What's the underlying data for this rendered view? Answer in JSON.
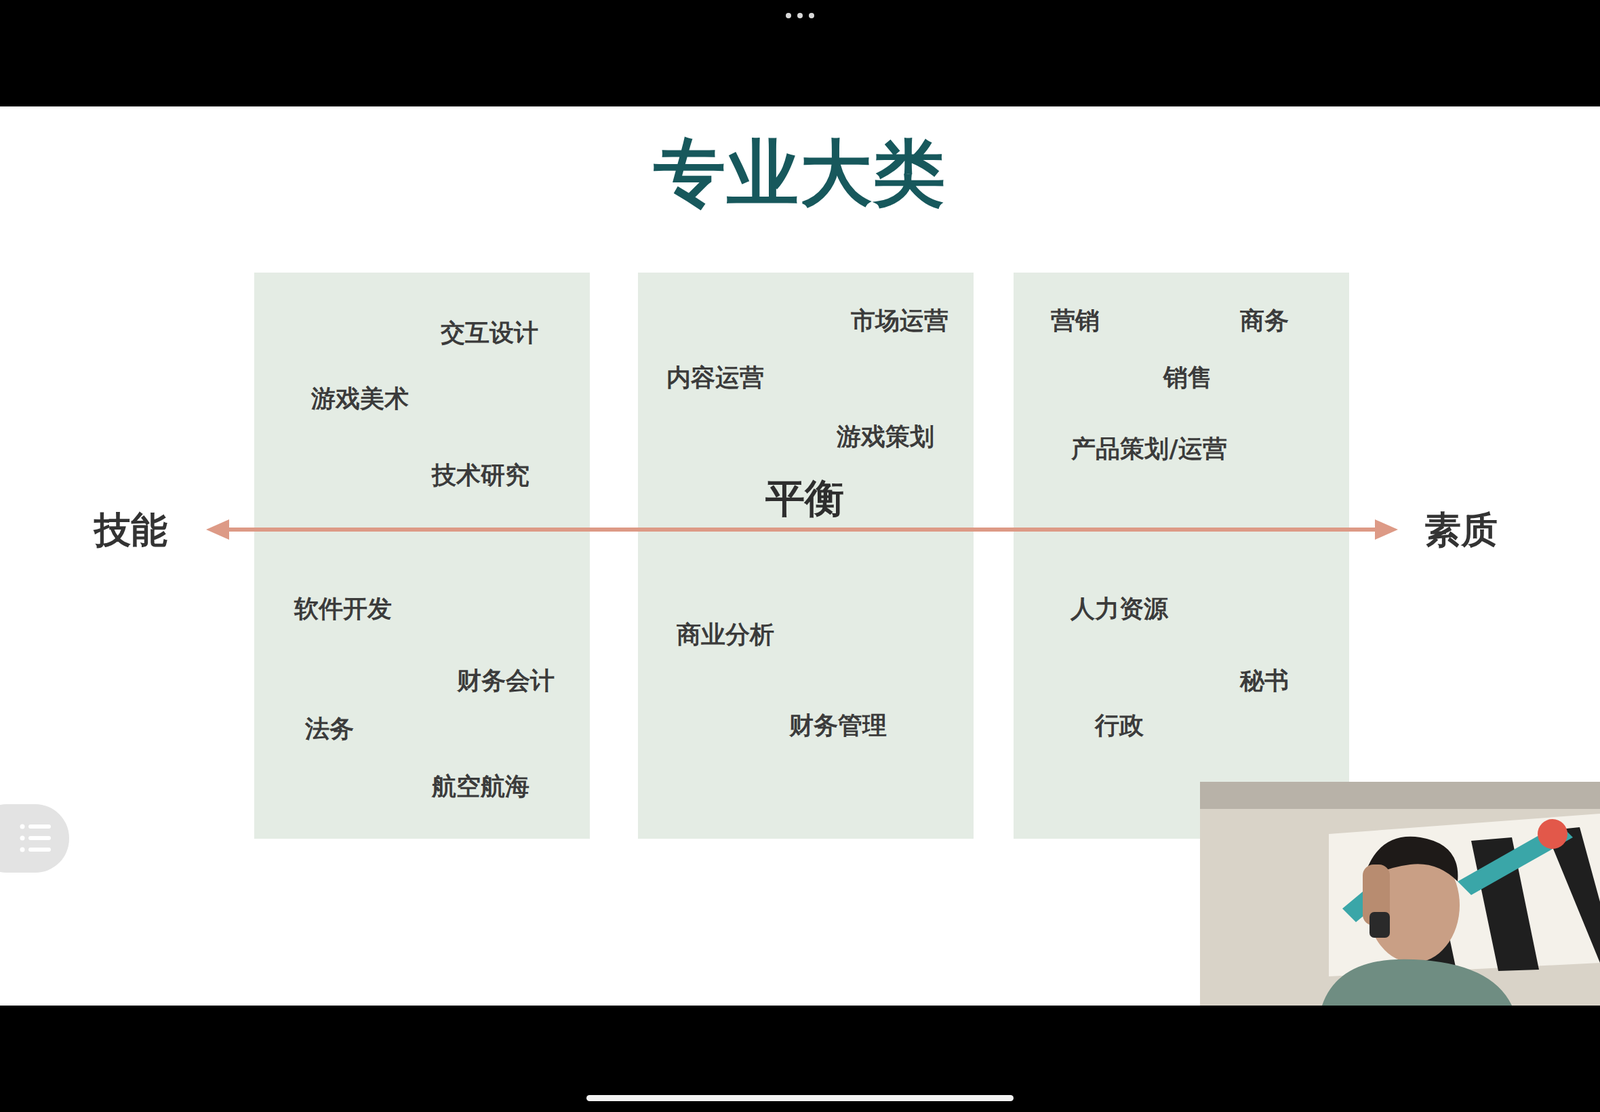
{
  "diagram": {
    "title": "专业大类",
    "nodes": [
      {
        "text": [
          "交互设计",
          "游戏美术",
          "技术研究",
          "软件开发",
          "财务会计",
          "法务",
          "航空航海"
        ]
      },
      {
        "text": [
          "市场运营",
          "内容运营",
          "游戏策划",
          "平衡",
          "商业分析",
          "财务管理"
        ]
      },
      {
        "text": [
          "营销",
          "商务",
          "销售",
          "产品策划/运营",
          "人力资源",
          "秘书",
          "行政"
        ]
      }
    ],
    "labels": [
      "技能",
      "素质"
    ]
  }
}
